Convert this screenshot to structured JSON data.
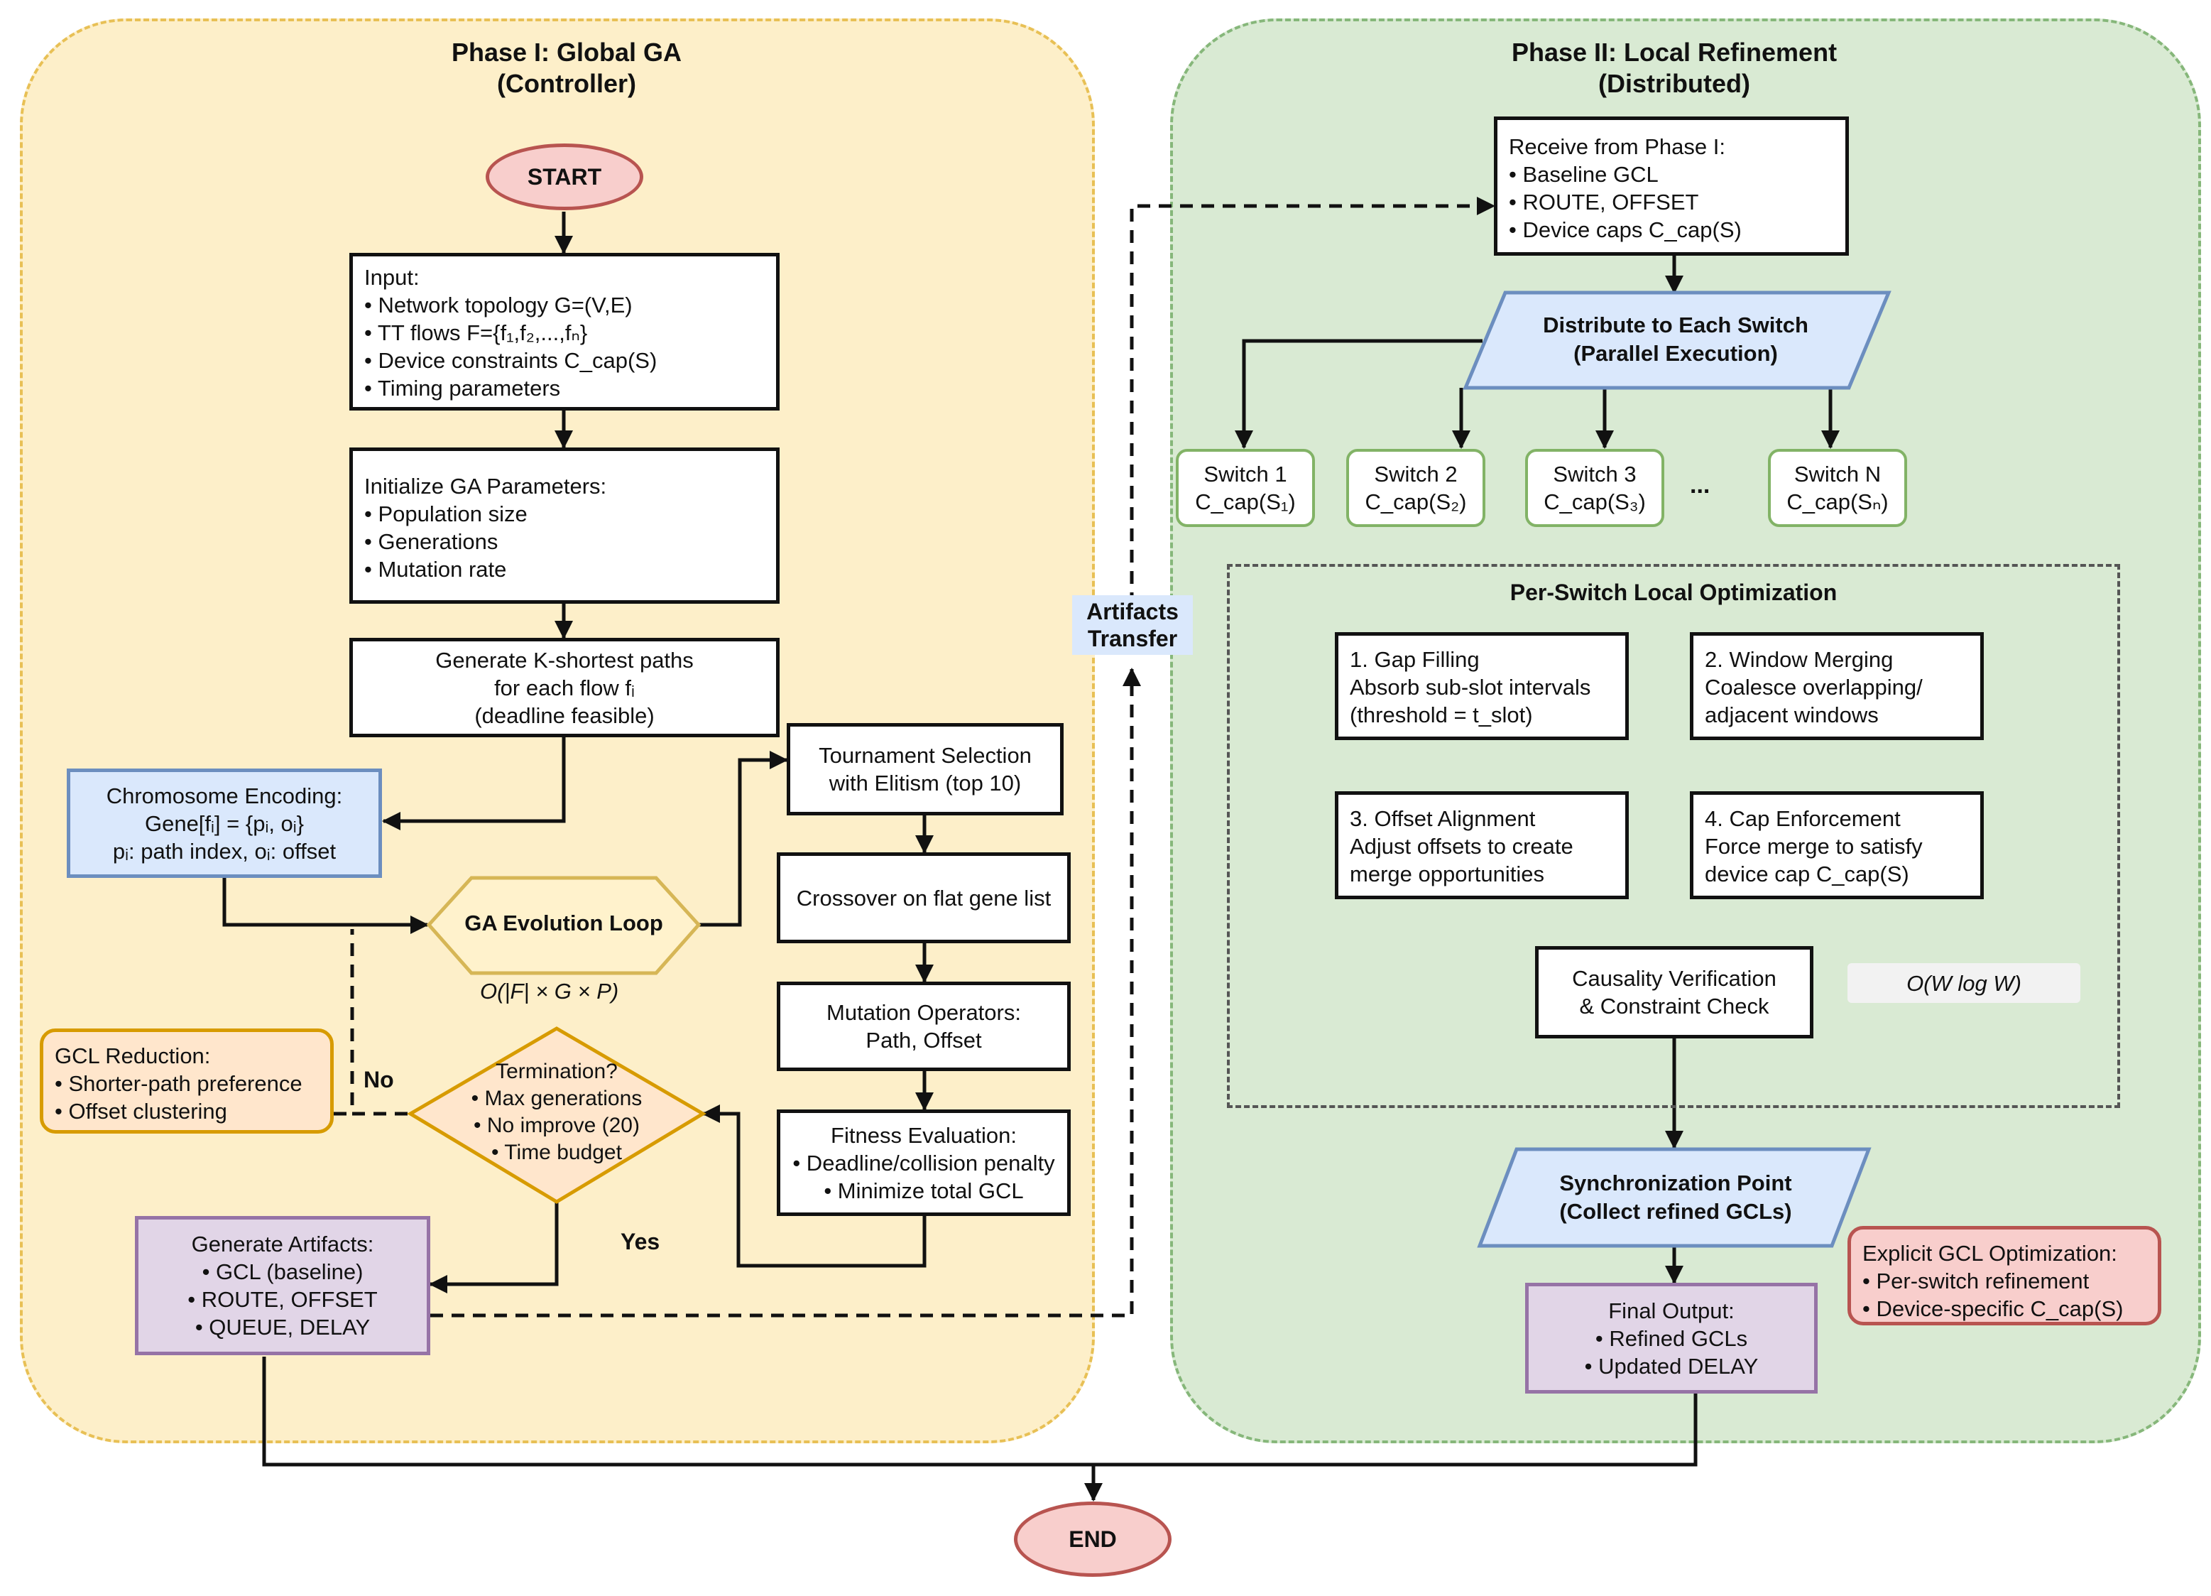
{
  "phase1": {
    "title": "Phase I: Global GA\n(Controller)",
    "start": "START",
    "input": [
      "Input:",
      "• Network topology G=(V,E)",
      "• TT flows F={f₁,f₂,...,fₙ}",
      "• Device constraints C_cap(S)",
      "• Timing parameters"
    ],
    "init": [
      "Initialize GA Parameters:",
      "• Population size",
      "• Generations",
      "• Mutation rate"
    ],
    "kshortest": [
      "Generate K-shortest paths",
      "for each flow fᵢ",
      "(deadline feasible)"
    ],
    "chromosome": [
      "Chromosome Encoding:",
      "Gene[fᵢ] = {pᵢ, oᵢ}",
      "pᵢ: path index, oᵢ: offset"
    ],
    "ga_loop": "GA Evolution Loop",
    "complexity": "O(|F| × G × P)",
    "termination": [
      "Termination?",
      "• Max generations",
      "• No improve (20)",
      "• Time budget"
    ],
    "no_label": "No",
    "yes_label": "Yes",
    "gcl_reduction": [
      "GCL Reduction:",
      "• Shorter-path preference",
      "• Offset clustering"
    ],
    "artifacts": [
      "Generate Artifacts:",
      "• GCL (baseline)",
      "• ROUTE, OFFSET",
      "• QUEUE, DELAY"
    ],
    "tournament": [
      "Tournament Selection",
      "with Elitism (top 10)"
    ],
    "crossover": "Crossover on flat gene list",
    "mutation": [
      "Mutation Operators:",
      "Path, Offset"
    ],
    "fitness": [
      "Fitness Evaluation:",
      "• Deadline/collision penalty",
      "• Minimize total GCL"
    ]
  },
  "transfer_label": "Artifacts\nTransfer",
  "phase2": {
    "title": "Phase II: Local Refinement\n(Distributed)",
    "receive": [
      "Receive from Phase I:",
      "• Baseline GCL",
      "• ROUTE, OFFSET",
      "• Device caps C_cap(S)"
    ],
    "distribute": [
      "Distribute to Each Switch",
      "(Parallel Execution)"
    ],
    "switches": [
      {
        "name": "Switch 1",
        "cap": "C_cap(S₁)"
      },
      {
        "name": "Switch 2",
        "cap": "C_cap(S₂)"
      },
      {
        "name": "Switch 3",
        "cap": "C_cap(S₃)"
      },
      {
        "name": "Switch N",
        "cap": "C_cap(Sₙ)"
      }
    ],
    "ellipsis": "...",
    "local_opt_title": "Per-Switch Local Optimization",
    "gap_filling": [
      "1. Gap Filling",
      "Absorb sub-slot intervals",
      "(threshold = t_slot)"
    ],
    "window_merging": [
      "2. Window Merging",
      "Coalesce overlapping/",
      "adjacent windows"
    ],
    "offset_alignment": [
      "3. Offset Alignment",
      "Adjust offsets to create",
      "merge opportunities"
    ],
    "cap_enforcement": [
      "4. Cap Enforcement",
      "Force merge to satisfy",
      "device cap C_cap(S)"
    ],
    "causality": [
      "Causality Verification",
      "& Constraint Check"
    ],
    "complexity": "O(W log W)",
    "sync": [
      "Synchronization Point",
      "(Collect refined GCLs)"
    ],
    "final": [
      "Final Output:",
      "• Refined GCLs",
      "• Updated DELAY"
    ],
    "explicit": [
      "Explicit GCL Optimization:",
      "• Per-switch refinement",
      "• Device-specific C_cap(S)"
    ]
  },
  "end": "END",
  "colors": {
    "phase1_bg": "#fdefc9",
    "phase2_bg": "#d9ead3",
    "blue": "#dae8fc",
    "orange": "#ffe6cc",
    "purple": "#e1d5e7",
    "red": "#f8cecc",
    "green_border": "#82b366",
    "yellow_hex": "#fff2cc"
  }
}
